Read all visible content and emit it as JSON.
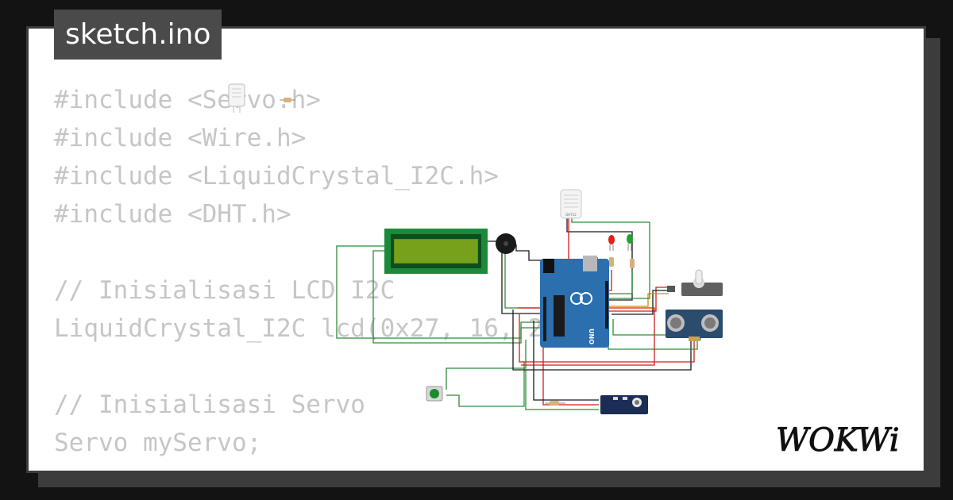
{
  "tab": {
    "label": "sketch.ino"
  },
  "code_lines": [
    "#include <Servo.h>",
    "#include <Wire.h>",
    "#include <LiquidCrystal_I2C.h>",
    "#include <DHT.h>",
    "",
    "// Inisialisasi LCD I2C",
    "LiquidCrystal_I2C lcd(0x27, 16, 2);",
    "",
    "// Inisialisasi Servo",
    "Servo myServo;"
  ],
  "diagram": {
    "board_label": "UNO",
    "sensor_label": "DHT22"
  },
  "brand": {
    "logo_text": "WOKWi"
  },
  "colors": {
    "background": "#131313",
    "card_border": "#3c3c3c",
    "tab_bg": "#4a4a4a",
    "code_text": "#c6c6c6",
    "arduino_blue": "#2b6fae",
    "lcd_green": "#1b8a3a",
    "wire_green": "#2e8b3a",
    "wire_red": "#d01c1c",
    "wire_black": "#1a1a1a"
  },
  "icons": [
    "arduino-uno-icon",
    "lcd-16x2-icon",
    "buzzer-icon",
    "dht22-sensor-icon",
    "led-red-icon",
    "led-green-icon",
    "servo-icon",
    "ultrasonic-sensor-icon",
    "pushbutton-icon",
    "ir-sensor-module-icon",
    "resistor-icon",
    "wokwi-logo-icon"
  ]
}
